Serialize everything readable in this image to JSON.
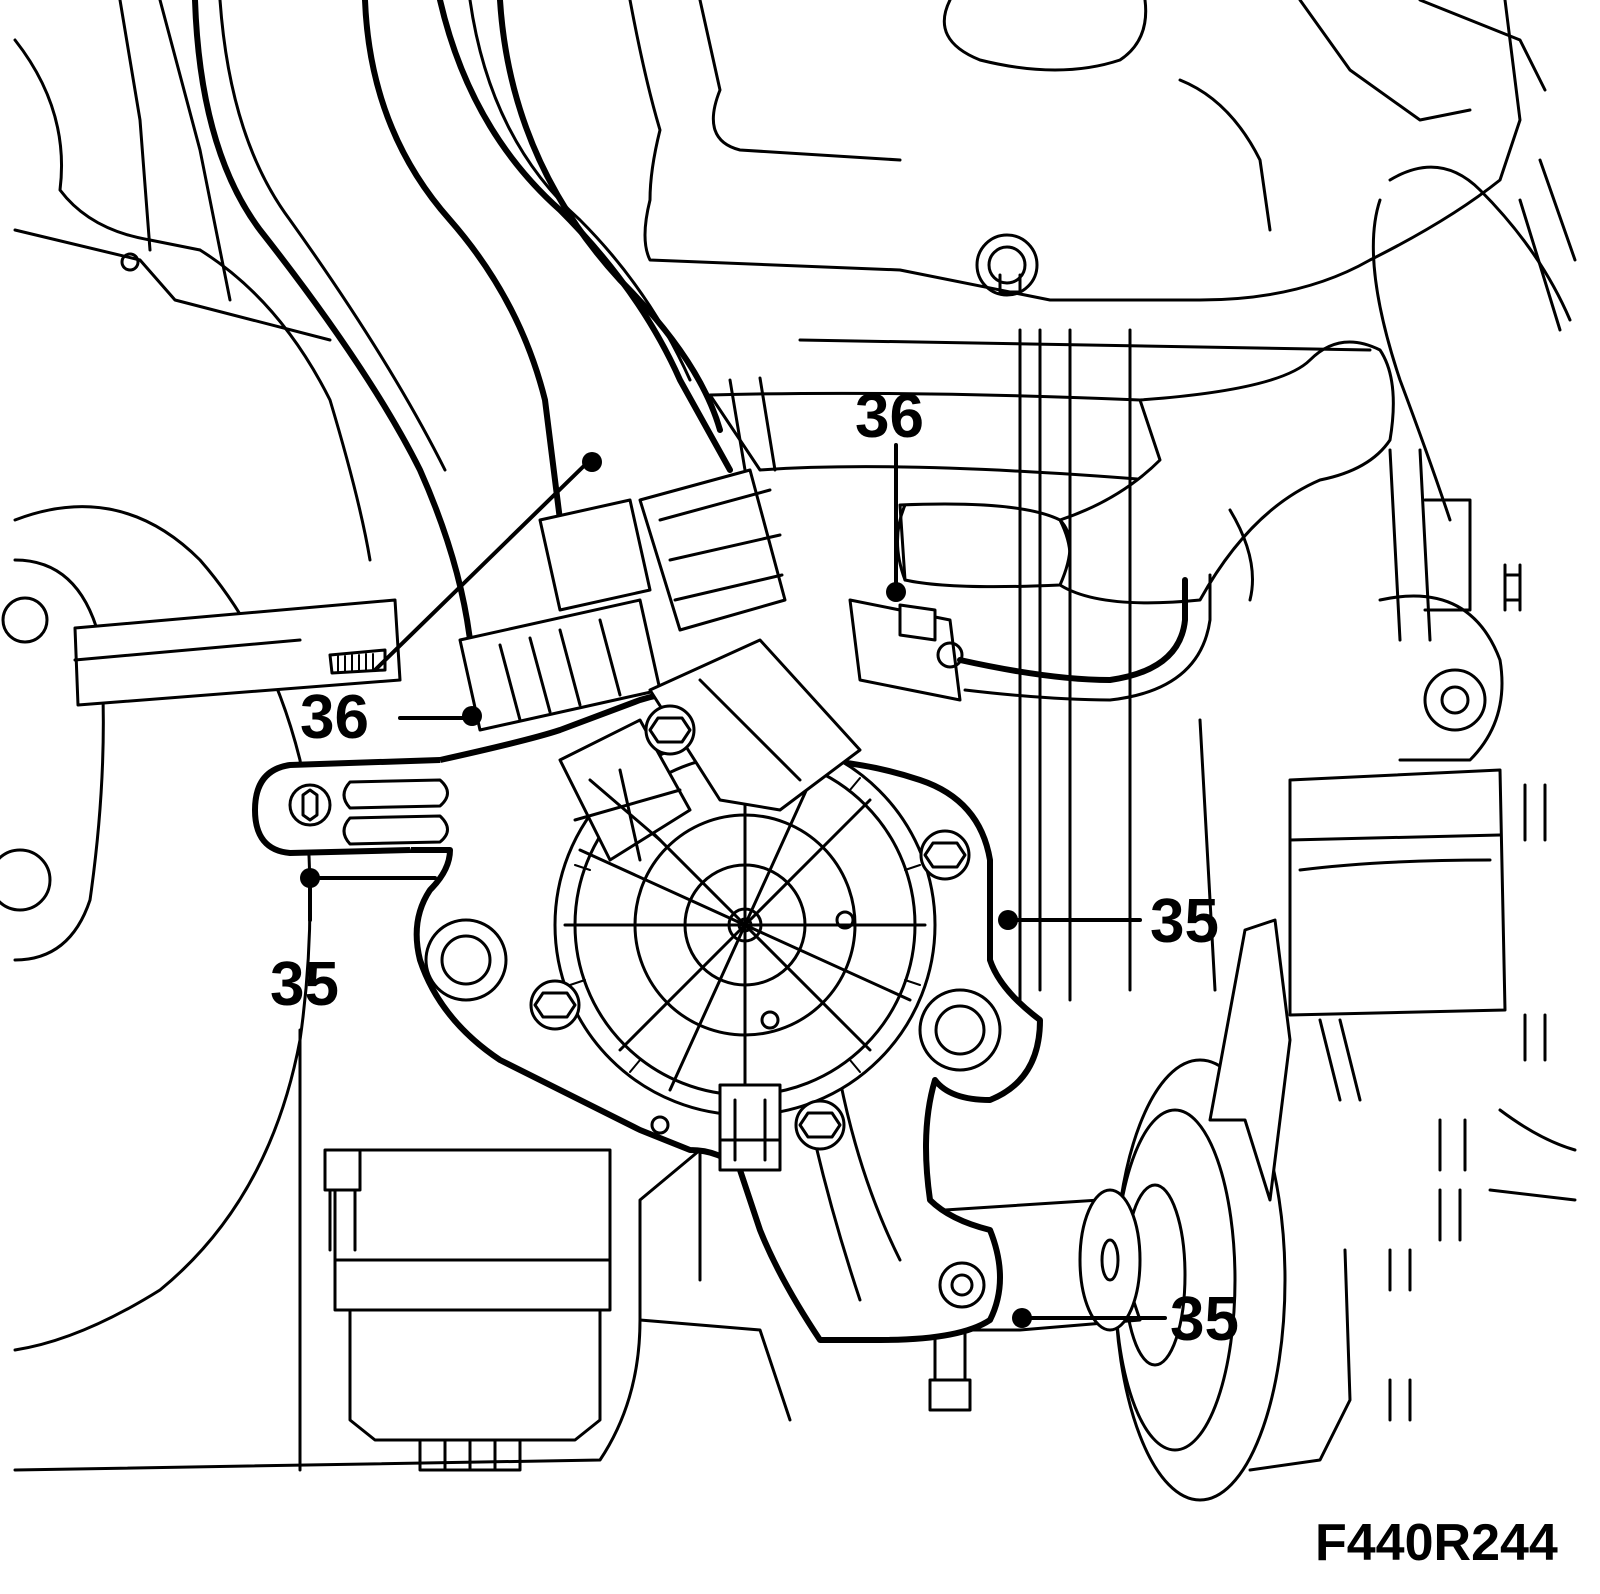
{
  "figure": {
    "id_label": "F440R244"
  },
  "callouts": {
    "c36_top": "36",
    "c36_left": "36",
    "c35_left": "35",
    "c35_mid_right": "35",
    "c35_bottom_right": "35"
  }
}
